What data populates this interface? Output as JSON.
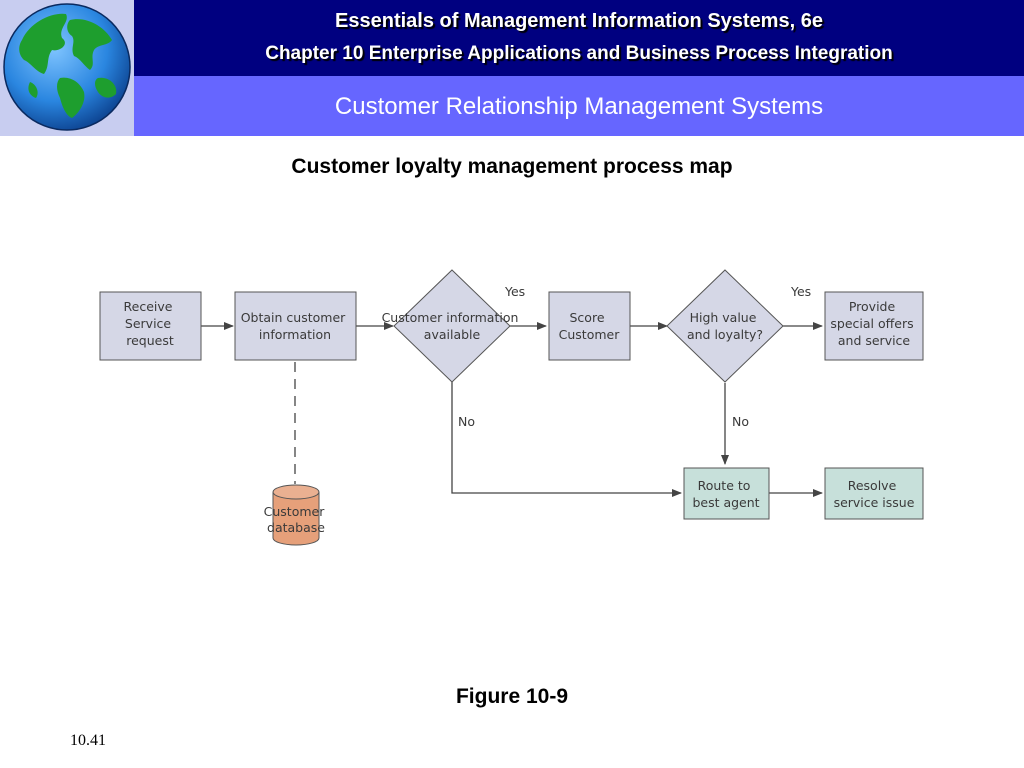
{
  "header": {
    "title_line1": "Essentials of Management Information Systems, 6e",
    "title_line2": "Chapter 10 Enterprise Applications and Business Process Integration",
    "section_title": "Customer Relationship Management Systems"
  },
  "diagram": {
    "title": "Customer loyalty management process map",
    "nodes": {
      "receive": [
        "Receive",
        "Service",
        "request"
      ],
      "obtain": [
        "Obtain customer",
        "information"
      ],
      "available": [
        "Customer information",
        "available"
      ],
      "score": [
        "Score",
        "Customer"
      ],
      "high_value": [
        "High value",
        "and loyalty?"
      ],
      "provide": [
        "Provide",
        "special offers",
        "and service"
      ],
      "route": [
        "Route to",
        "best agent"
      ],
      "resolve": [
        "Resolve",
        "service issue"
      ],
      "database": [
        "Customer",
        "database"
      ]
    },
    "edge_labels": {
      "yes1": "Yes",
      "yes2": "Yes",
      "no1": "No",
      "no2": "No"
    },
    "colors": {
      "process_fill": "#d5d7e6",
      "end_fill": "#c7e0da",
      "database_fill": "#e6a07a",
      "stroke": "#555555"
    }
  },
  "figure_label": "Figure 10-9",
  "page_number": "10.41"
}
